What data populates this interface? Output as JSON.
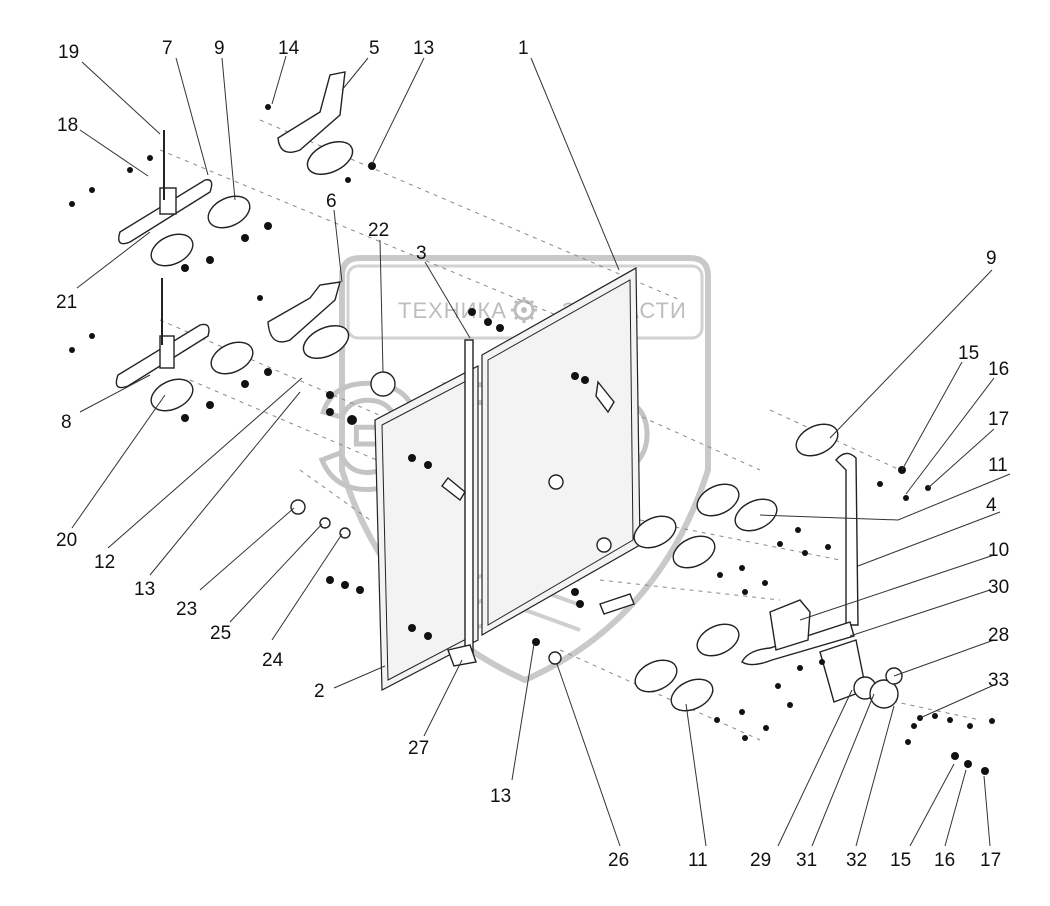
{
  "watermark": {
    "left_text": "ТЕХНИКА",
    "right_text": "ЗАПЧАСТИ",
    "gear_icon": "gear-icon",
    "big_text": "ЭЛФ"
  },
  "callouts": [
    {
      "id": "c19a",
      "label": "19"
    },
    {
      "id": "c7",
      "label": "7"
    },
    {
      "id": "c9a",
      "label": "9"
    },
    {
      "id": "c14",
      "label": "14"
    },
    {
      "id": "c5",
      "label": "5"
    },
    {
      "id": "c13a",
      "label": "13"
    },
    {
      "id": "c1",
      "label": "1"
    },
    {
      "id": "c18",
      "label": "18"
    },
    {
      "id": "c6",
      "label": "6"
    },
    {
      "id": "c22",
      "label": "22"
    },
    {
      "id": "c3",
      "label": "3"
    },
    {
      "id": "c21",
      "label": "21"
    },
    {
      "id": "c9b",
      "label": "9"
    },
    {
      "id": "c15a",
      "label": "15"
    },
    {
      "id": "c16a",
      "label": "16"
    },
    {
      "id": "c17a",
      "label": "17"
    },
    {
      "id": "c11a",
      "label": "11"
    },
    {
      "id": "c8",
      "label": "8"
    },
    {
      "id": "c4",
      "label": "4"
    },
    {
      "id": "c10",
      "label": "10"
    },
    {
      "id": "c20",
      "label": "20"
    },
    {
      "id": "c12",
      "label": "12"
    },
    {
      "id": "c30",
      "label": "30"
    },
    {
      "id": "c13b",
      "label": "13"
    },
    {
      "id": "c23",
      "label": "23"
    },
    {
      "id": "c28",
      "label": "28"
    },
    {
      "id": "c25",
      "label": "25"
    },
    {
      "id": "c33",
      "label": "33"
    },
    {
      "id": "c24",
      "label": "24"
    },
    {
      "id": "c2",
      "label": "2"
    },
    {
      "id": "c27",
      "label": "27"
    },
    {
      "id": "c13c",
      "label": "13"
    },
    {
      "id": "c26",
      "label": "26"
    },
    {
      "id": "c11b",
      "label": "11"
    },
    {
      "id": "c29",
      "label": "29"
    },
    {
      "id": "c31",
      "label": "31"
    },
    {
      "id": "c32",
      "label": "32"
    },
    {
      "id": "c15b",
      "label": "15"
    },
    {
      "id": "c16b",
      "label": "16"
    },
    {
      "id": "c17b",
      "label": "17"
    }
  ]
}
